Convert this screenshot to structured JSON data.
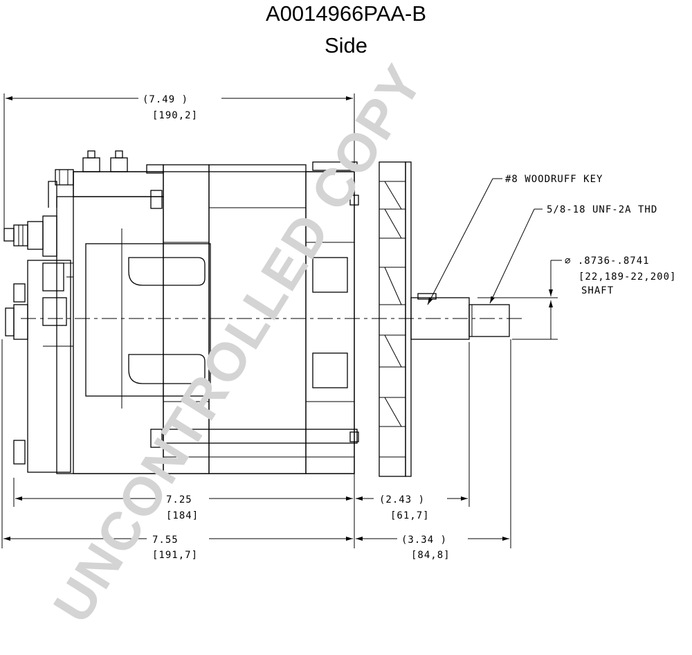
{
  "title": {
    "part_number": "A0014966PAA-B",
    "view": "Side"
  },
  "dimensions": {
    "overall_top": {
      "inch": "(7.49   )",
      "mm": "[190,2]"
    },
    "body_length": {
      "inch": "7.25",
      "mm": "[184]"
    },
    "overall_bottom": {
      "inch": "7.55",
      "mm": "[191,7]"
    },
    "shaft_to_key": {
      "inch": "(2.43   )",
      "mm": "[61,7]"
    },
    "shaft_to_end": {
      "inch": "(3.34   )",
      "mm": "[84,8]"
    }
  },
  "callouts": {
    "woodruff_key": "#8 WOODRUFF KEY",
    "thread": "5/8-18 UNF-2A THD",
    "shaft_diameter": "∅ .8736-.8741",
    "shaft_diameter_mm": "[22,189-22,200]",
    "shaft_label": "SHAFT"
  },
  "watermark": "UNCONTROLLED COPY"
}
